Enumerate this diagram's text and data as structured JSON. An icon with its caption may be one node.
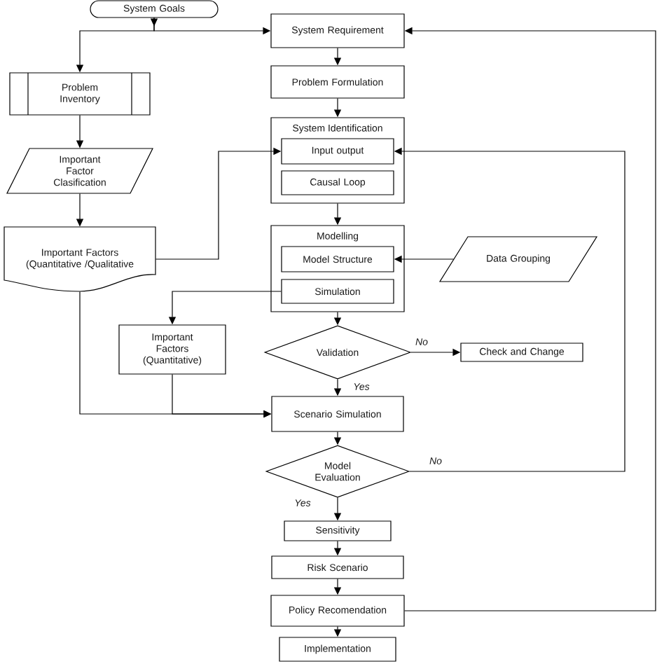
{
  "diagram": {
    "nodes": [
      {
        "text": [
          "System Goals"
        ]
      },
      {
        "text": [
          "System Requirement"
        ]
      },
      {
        "text": [
          "Problem Inventory"
        ]
      },
      {
        "text": [
          "Problem Formulation"
        ]
      },
      {
        "text": [
          "Important Factor Clasification"
        ]
      },
      {
        "text": [
          "System Identification"
        ]
      },
      {
        "text": [
          "Input output"
        ],
        "in": 5
      },
      {
        "text": [
          "Causal Loop"
        ],
        "in": 5
      },
      {
        "text": [
          "Important Factors (Quantitative /Qualitative"
        ]
      },
      {
        "text": [
          "Modelling"
        ]
      },
      {
        "text": [
          "Model Structure"
        ],
        "in": 9
      },
      {
        "text": [
          "Data Grouping"
        ]
      },
      {
        "text": [
          "Simulation"
        ],
        "in": 9
      },
      {
        "text": [
          "Important Factors (Quantitative)"
        ]
      },
      {
        "text": [
          "Validation"
        ]
      },
      {
        "text": [
          "Check and Change"
        ]
      },
      {
        "text": [
          "Scenario Simulation"
        ]
      },
      {
        "text": [
          "Model Evaluation"
        ]
      },
      {
        "text": [
          "Sensitivity"
        ]
      },
      {
        "text": [
          "Risk Scenario"
        ]
      },
      {
        "text": [
          "Policy Recomendation"
        ]
      },
      {
        "text": [
          "Implementation"
        ]
      }
    ],
    "edges": [
      {
        "from": 0,
        "to": 1,
        "arrow": "to"
      },
      {
        "from": 0,
        "to": 2,
        "arrow": "to"
      },
      {
        "from": 1,
        "to": 3,
        "arrow": "to"
      },
      {
        "from": 3,
        "to": 5,
        "arrow": "to"
      },
      {
        "from": 2,
        "to": 4,
        "arrow": "to"
      },
      {
        "from": 4,
        "to": 8,
        "arrow": "to"
      },
      {
        "from": 8,
        "to": 6,
        "arrow": "to"
      },
      {
        "from": 5,
        "to": 9,
        "arrow": "to"
      },
      {
        "from": 11,
        "to": 10,
        "arrow": "to"
      },
      {
        "from": 12,
        "to": 13,
        "arrow": "to"
      },
      {
        "from": 9,
        "to": 14,
        "arrow": "to"
      },
      {
        "from": 14,
        "to": 15,
        "label": "No",
        "arrow": "to"
      },
      {
        "from": 14,
        "to": 16,
        "label": "Yes",
        "arrow": "to"
      },
      {
        "from": 8,
        "to": 16,
        "arrow": "to"
      },
      {
        "from": 13,
        "to": 16,
        "arrow": "to"
      },
      {
        "from": 16,
        "to": 17,
        "arrow": "to"
      },
      {
        "from": 17,
        "to": 6,
        "label": "No",
        "arrow": "to"
      },
      {
        "from": 17,
        "to": 18,
        "label": "Yes",
        "arrow": "to"
      },
      {
        "from": 18,
        "to": 19,
        "arrow": "to"
      },
      {
        "from": 19,
        "to": 20,
        "arrow": "to"
      },
      {
        "from": 20,
        "to": 21,
        "arrow": "to"
      },
      {
        "from": 20,
        "to": 1,
        "arrow": "to"
      }
    ]
  }
}
